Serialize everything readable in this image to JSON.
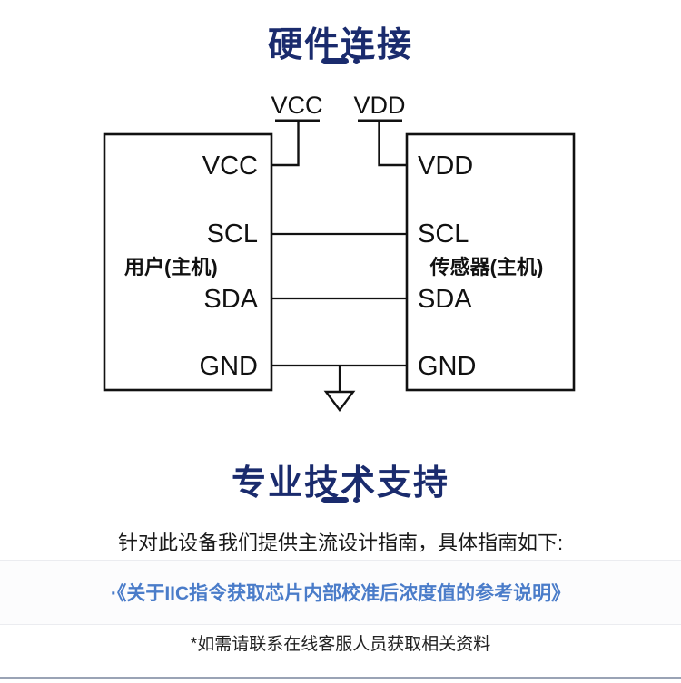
{
  "section_hardware": {
    "title": "硬件连接"
  },
  "diagram": {
    "top_rails": {
      "left": "VCC",
      "right": "VDD"
    },
    "left_box": {
      "label": "用户(主机)",
      "pins": [
        "VCC",
        "SCL",
        "SDA",
        "GND"
      ]
    },
    "right_box": {
      "label": "传感器(主机)",
      "pins": [
        "VDD",
        "SCL",
        "SDA",
        "GND"
      ]
    }
  },
  "section_support": {
    "title": "专业技术支持",
    "intro": "针对此设备我们提供主流设计指南，具体指南如下:",
    "guide_link": "·《关于IIC指令获取芯片内部校准后浓度值的参考说明》",
    "footnote": "*如需请联系在线客服人员获取相关资料"
  },
  "colors": {
    "title_navy": "#1a2b6d",
    "link_blue": "#4a7cc9",
    "diagram_line": "#111111",
    "guide_bar_bg": "#fcfcfd",
    "guide_bar_border": "#ebecf0",
    "bottom_rule": "#9aa3b5"
  }
}
